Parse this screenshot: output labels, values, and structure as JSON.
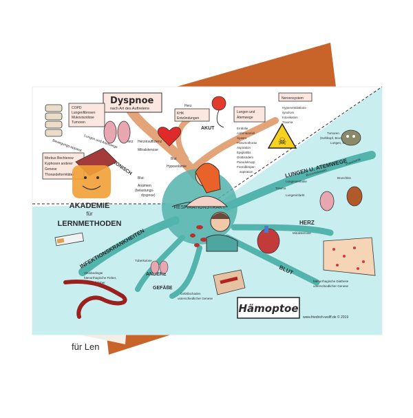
{
  "colors": {
    "page_bg": "#ffffff",
    "back_card_orange": "#c8642a",
    "back_card_paper": "#f4efe6",
    "mindmap_bg": "#ffffff",
    "teal_area": "#c9eef0",
    "branch": "#53b3ad",
    "upper_branch": "#e3a47a",
    "accent_red": "#c53a3a",
    "outline": "#333333"
  },
  "icons": [
    "spine-icon",
    "lungs-icon",
    "heart-icon",
    "stethoscope-icon",
    "warning-poison-icon",
    "virus-icon",
    "kidney-icon",
    "heart-anatomy-icon",
    "skin-rash-icon",
    "blood-vessel-icon",
    "worm-icon",
    "cigarettes-icon",
    "logo-mascot"
  ],
  "back_card": {
    "text": "für Len"
  },
  "logo": {
    "line1": "AKADEMIE",
    "line2": "für",
    "line3": "LERNMETHODEN"
  },
  "center": {
    "label": "RESPIRATIONSTRAKT"
  },
  "title": {
    "label": "Hämoptoe"
  },
  "footer": {
    "credit": "www.friedrich-wolff.de © 2019"
  },
  "dyspnoe": {
    "title": "Dyspnoe",
    "subtitle": "nach Art des Auftretens"
  },
  "nodes": {
    "chronisch": "CHRONISCH",
    "akut": "AKUT",
    "lungen_atemwege": "LUNGEN U. ATEMWEGE",
    "herz_right": "HERZ",
    "blut_right": "BLUT",
    "infektion": "INFEKTIONSKRANKHEITEN",
    "andere": "ANDERE",
    "gefaesse": "GEFÄßE"
  },
  "chronisch_items": {
    "copd": [
      "COPD",
      "Lungenfibrosen",
      "Mukoviszidose",
      "Tumoren"
    ],
    "lungen_atemwege": "Lungen und Atemwege",
    "bewegungsapparat": "Bewegungs-apparat",
    "herz": "Herz",
    "herzinsuffizienz": "Herzinsuffizienz",
    "mitralstenose": "Mitralstenose",
    "bechterew": [
      "Morbus Bechterew",
      "Kyphosen anderer",
      "Genese",
      "Thoraxdeformitäten"
    ],
    "blut": "Blut",
    "anaemien": [
      "Anämien",
      "(belastungs-",
      "dyspnoe)"
    ]
  },
  "akut_items": {
    "herz": "Herz",
    "khk": [
      "KHK",
      "Entzündungen"
    ],
    "blut": "Blut",
    "hypovolaemie": "Hypovolämie",
    "lungen": [
      "Lungen und",
      "Atemwege"
    ],
    "lungen_list": [
      "Embolie",
      "Asthmaanfall",
      "Spasm",
      "Pneumothorax",
      "Aspiration",
      "Epiglottitis",
      "Glottisödem",
      "Pseudokrupp",
      "Fremdkörper-",
      "aspiration"
    ],
    "nerven": "Nervensystem",
    "nerven_list": [
      "Hyperventilations-",
      "syndrom",
      "Intoxikation",
      "Trauma"
    ]
  },
  "lungen_right_items": {
    "tumoren": [
      "Tumoren",
      "(Kehlkopf, Bronchien,",
      "Lungen, Nieren)"
    ],
    "pneumonie": "Pneumonie",
    "bronchiektasen": "Bronchiektasen",
    "bronchitis": "Bronchitis",
    "lungenembolie": "Lungenembolie",
    "trauma": "Trauma",
    "lungeninfarkt": "Lungeninfarkt"
  },
  "herz_right_items": {
    "mitralstenose": "Mitralstenose"
  },
  "blut_right_items": {
    "diathese": [
      "hämorrhagische Diathese",
      "unterschiedlicher Genese"
    ]
  },
  "infektion_items": {
    "tuberkulose": "Tuberkulose",
    "fieber": [
      "Virusbedingte",
      "hämorrhagische Fieber,",
      "Gelbfieber"
    ]
  },
  "gefaesse_items": {
    "schaeden": [
      "Gefäßschaden",
      "unterschiedlicher Genese"
    ]
  }
}
